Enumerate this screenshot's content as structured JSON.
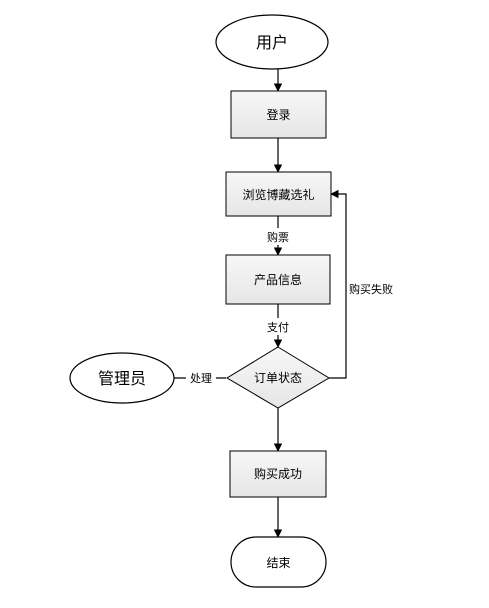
{
  "nodes": {
    "user": "用户",
    "login": "登录",
    "browse": "浏览博藏选礼",
    "product_info": "产品信息",
    "order_status": "订单状态",
    "manager": "管理员",
    "success": "购买成功",
    "end": "结束"
  },
  "edge_labels": {
    "buy_ticket": "购票",
    "pay": "支付",
    "process": "处理",
    "purchase_fail": "购买失败"
  },
  "colors": {
    "box_fill": "#f0f0f0",
    "stroke": "#000000",
    "background": "#ffffff"
  }
}
